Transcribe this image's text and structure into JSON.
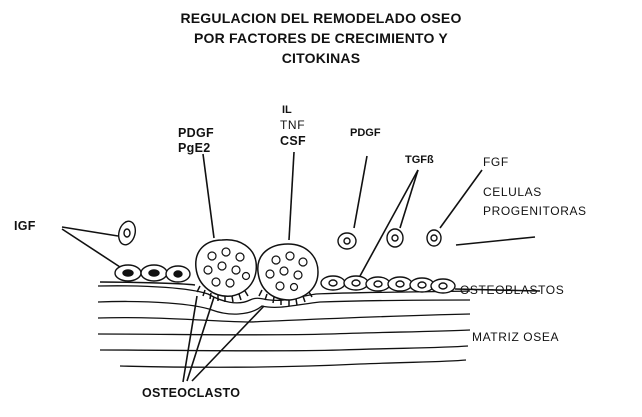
{
  "title": {
    "line1": "REGULACION DEL REMODELADO OSEO",
    "line2": "POR FACTORES DE CRECIMIENTO Y",
    "line3": "CITOKINAS"
  },
  "labels": {
    "igf": "IGF",
    "pdgf_left": "PDGF",
    "pge2": "PgE2",
    "il": "IL",
    "tnf": "TNF",
    "csf": "CSF",
    "pdgf_right": "PDGF",
    "tgfb": "TGFß",
    "fgf": "FGF",
    "celulas": "CELULAS",
    "progenitoras": "PROGENITORAS",
    "osteoblastos": "OSTEOBLASTOS",
    "matriz": "MATRIZ OSEA",
    "osteoclasto": "OSTEOCLASTO"
  },
  "colors": {
    "ink": "#111111",
    "background": "#ffffff"
  }
}
